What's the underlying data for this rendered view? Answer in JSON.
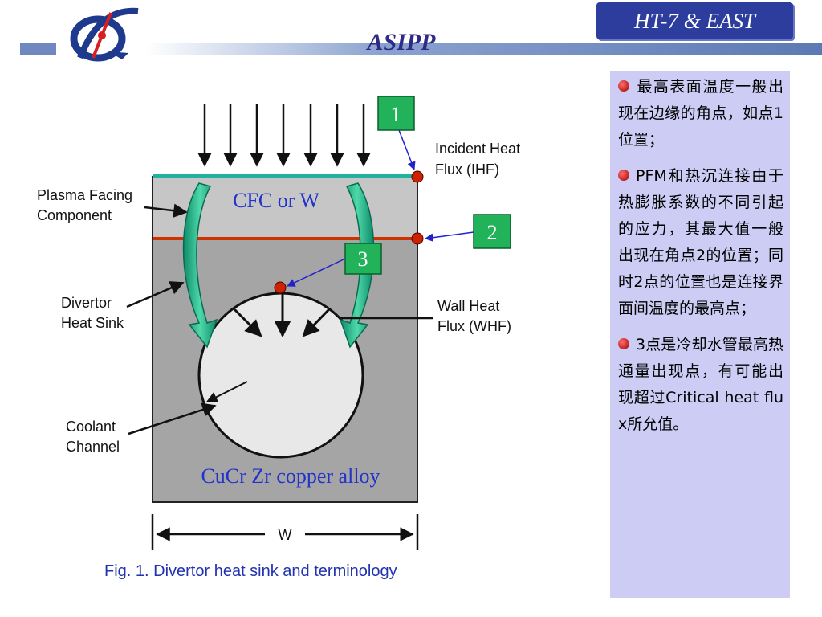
{
  "header": {
    "title": "ASIPP",
    "badge": "HT-7 & EAST"
  },
  "diagram": {
    "labels": {
      "ihf": [
        "Incident Heat",
        "Flux (IHF)"
      ],
      "pfc": [
        "Plasma Facing",
        "Component"
      ],
      "divertor": [
        "Divertor",
        "Heat Sink"
      ],
      "coolant": [
        "Coolant",
        "Channel"
      ],
      "whf": [
        "Wall Heat",
        "Flux (WHF)"
      ],
      "width": "W"
    },
    "overlay": {
      "cfc": "CFC or W",
      "cucr": "CuCr Zr copper alloy"
    },
    "markers": [
      "1",
      "2",
      "3"
    ]
  },
  "caption": "Fig. 1. Divertor heat sink and terminology",
  "notes": [
    "最高表面温度一般出现在边缘的角点，如点1位置；",
    "PFM和热沉连接由于热膨胀系数的不同引起的应力，其最大值一般出现在角点2的位置；同时2点的位置也是连接界面间温度的最高点；",
    "3点是冷却水管最高热通量出现点，有可能出现超过Critical heat flux所允值。"
  ],
  "colors": {
    "accent_blue": "#2c3d9e",
    "marker_green": "#22b35a",
    "marker_red": "#cc2200",
    "note_bg": "#ccccf4"
  }
}
